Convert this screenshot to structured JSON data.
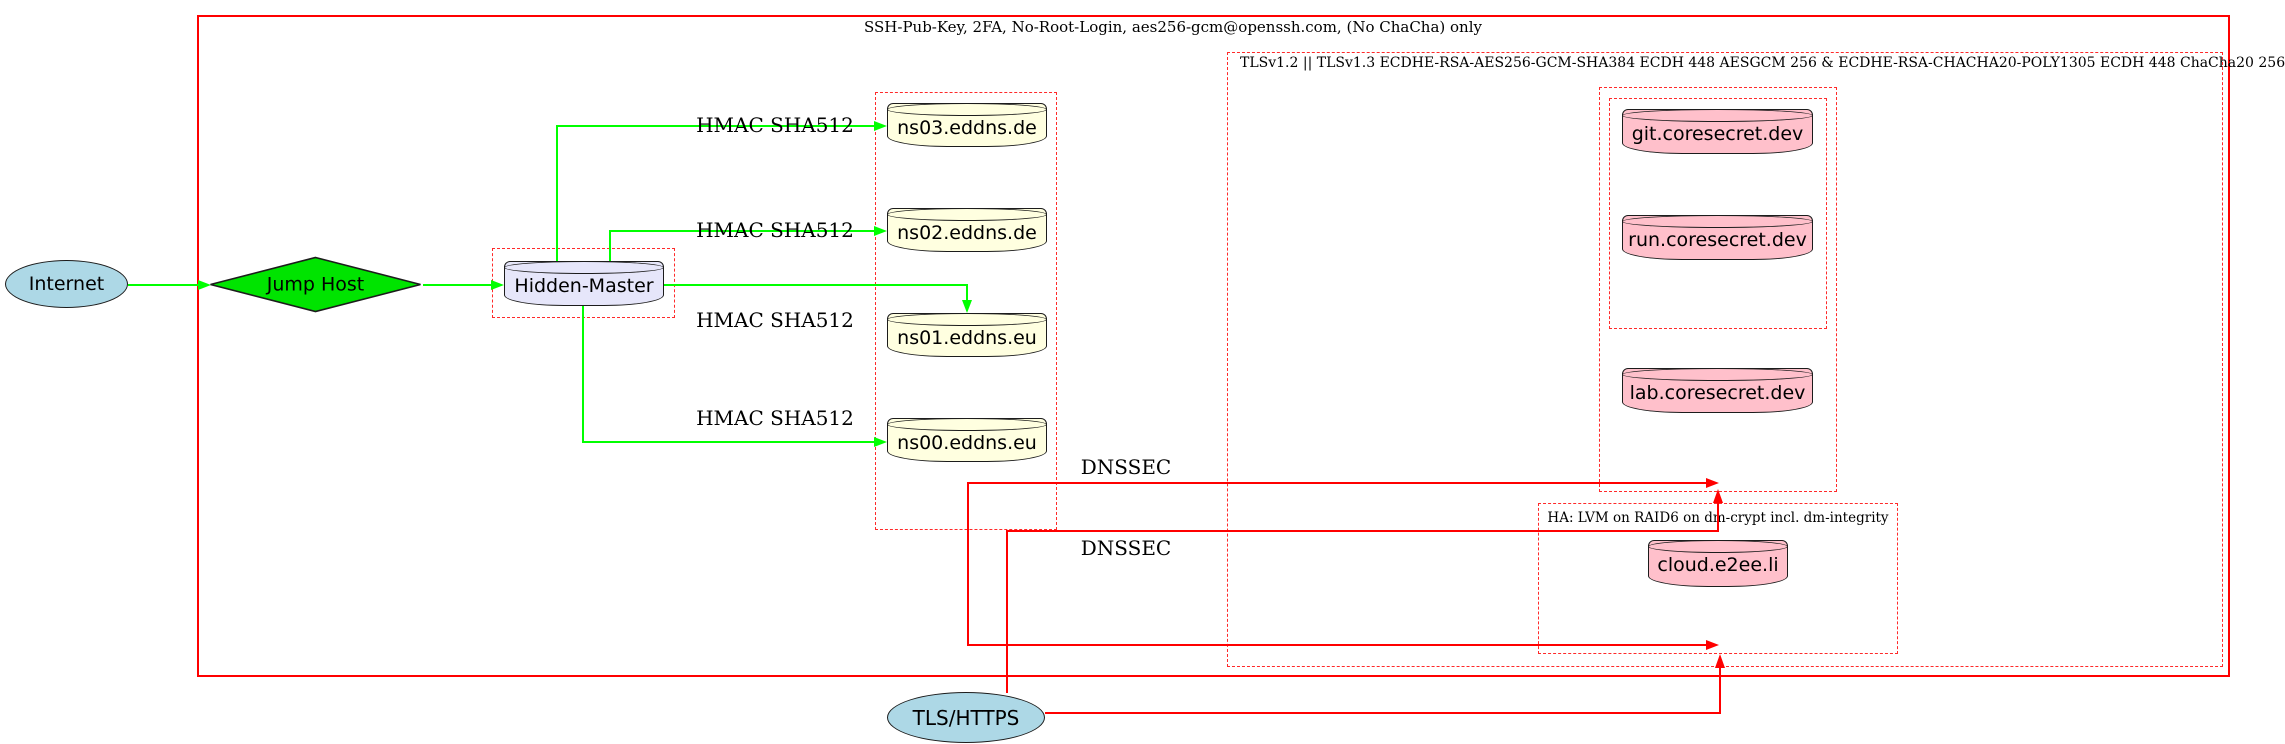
{
  "diagram": {
    "cluster_labels": {
      "ssh": "SSH-Pub-Key, 2FA, No-Root-Login, aes256-gcm@openssh.com, (No ChaCha) only",
      "tls": "TLSv1.2 || TLSv1.3 ECDHE-RSA-AES256-GCM-SHA384 ECDH 448 AESGCM 256 & ECDHE-RSA-CHACHA20-POLY1305 ECDH 448 ChaCha20 256",
      "ha": "HA: LVM on RAID6 on dm-crypt incl. dm-integrity"
    },
    "nodes": {
      "internet": "Internet",
      "jump_host": "Jump Host",
      "hidden_master": "Hidden-Master",
      "ns03": "ns03.eddns.de",
      "ns02": "ns02.eddns.de",
      "ns01": "ns01.eddns.eu",
      "ns00": "ns00.eddns.eu",
      "git": "git.coresecret.dev",
      "run": "run.coresecret.dev",
      "lab": "lab.coresecret.dev",
      "cloud": "cloud.e2ee.li",
      "tls_https": "TLS/HTTPS"
    },
    "edge_labels": {
      "hmac": "HMAC SHA512",
      "dnssec": "DNSSEC"
    },
    "colors": {
      "edge_green": "#00ff00",
      "edge_red": "#ff0000",
      "cluster_dashed_red": "#ff2a2a",
      "node_lightblue": "#add8e6",
      "node_green": "#00e400",
      "node_lavender": "#e6e6fa",
      "node_lightyellow": "#ffffe0",
      "node_pink": "#ffc0cb",
      "node_border": "#1c1c1c",
      "text": "#000000"
    }
  }
}
